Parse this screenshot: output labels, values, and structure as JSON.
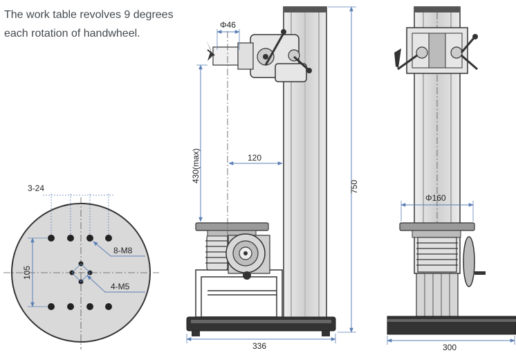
{
  "caption": {
    "line1": "The work table revolves 9 degrees",
    "line2": "each rotation of handwheel."
  },
  "dimensions": {
    "clamp_diameter": "Φ46",
    "max_height": "430(max)",
    "arm_reach": "120",
    "total_height": "750",
    "base_width_side": "336",
    "table_diameter": "Φ160",
    "base_width_front": "300",
    "top_hole_spacing": "3-24",
    "row_spacing": "105",
    "outer_holes": "8-M8",
    "inner_holes": "4-M5"
  },
  "colors": {
    "outline": "#333333",
    "column_fill": "#d6d6d6",
    "table_fill": "#9a9a9a",
    "dimension": "#5a7fb5",
    "plate_fill": "#d9d9d9",
    "base_fill": "#333333"
  }
}
